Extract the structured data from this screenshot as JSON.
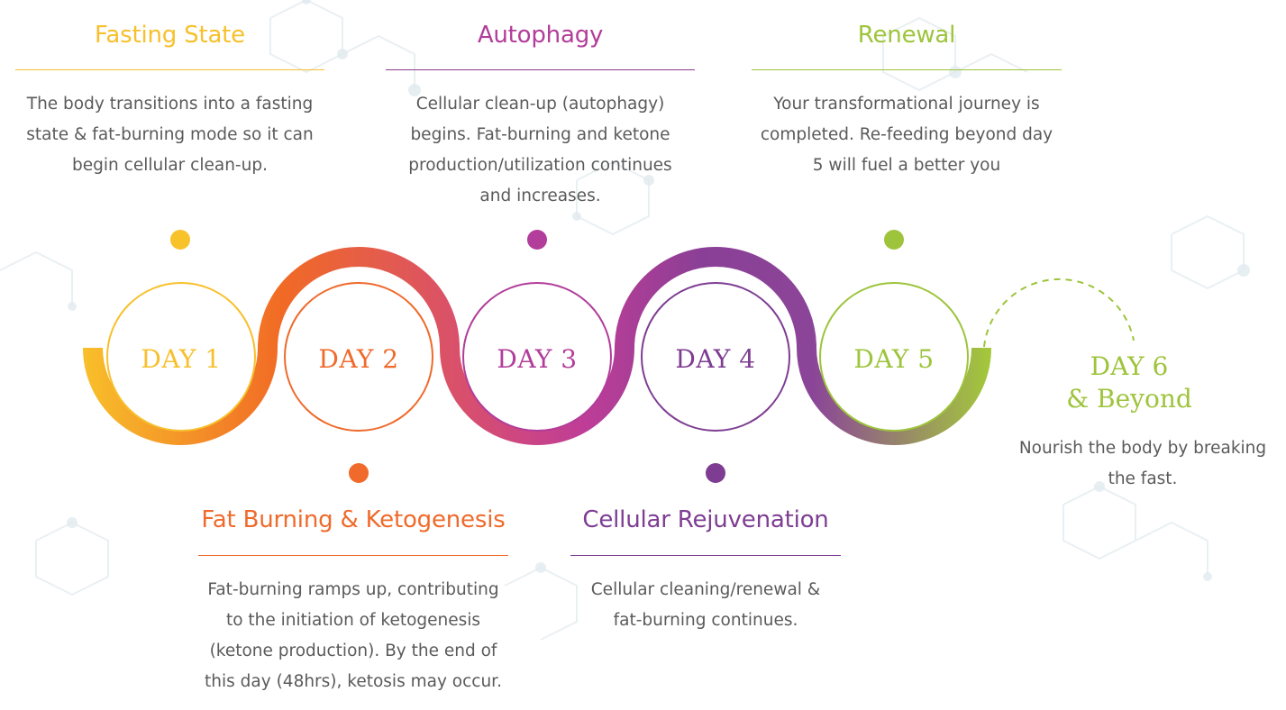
{
  "phases": [
    {
      "title": "Fasting State",
      "color": "#f7c02c",
      "description": "The body transitions into a fasting state & fat-burning mode so it can begin cellular clean-up."
    },
    {
      "title": "Autophagy",
      "color": "#b23d9a",
      "description": "Cellular clean-up (autophagy) begins. Fat-burning and ketone production/utilization continues and increases."
    },
    {
      "title": "Renewal",
      "color": "#9dc43b",
      "description": "Your transformational journey is completed. Re-feeding beyond day 5 will fuel a better you"
    },
    {
      "title": "Fat Burning & Ketogenesis",
      "color": "#ef6a2b",
      "description": "Fat-burning ramps up, contributing to the initiation of ketogenesis (ketone production). By the end of this day (48hrs), ketosis may occur."
    },
    {
      "title": "Cellular Rejuvenation",
      "color": "#7e3d93",
      "description": "Cellular cleaning/renewal & fat-burning continues."
    }
  ],
  "days": [
    {
      "label": "DAY 1",
      "color": "#f7c02c"
    },
    {
      "label": "DAY 2",
      "color": "#ef6a2b"
    },
    {
      "label": "DAY 3",
      "color": "#b23d9a"
    },
    {
      "label": "DAY 4",
      "color": "#7e3d93"
    },
    {
      "label": "DAY 5",
      "color": "#9dc43b"
    }
  ],
  "day6": {
    "label_line1": "DAY 6",
    "label_line2": "& Beyond",
    "description": "Nourish the body by breaking the fast.",
    "color": "#9dc43b"
  }
}
